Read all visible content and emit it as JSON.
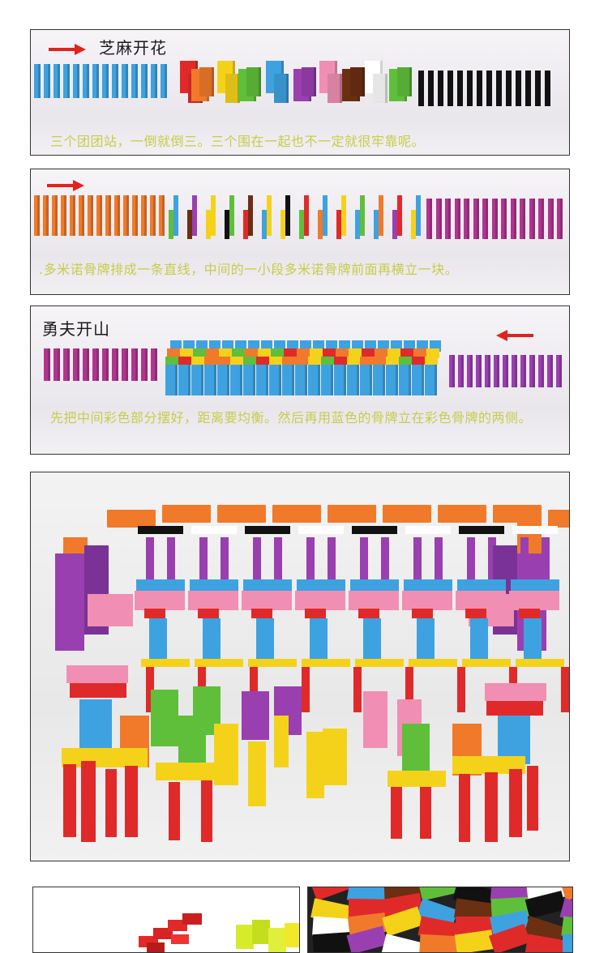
{
  "panels": [
    {
      "title": "芝麻开花",
      "caption": "三个团团站，一倒就倒三。三个围在一起也不一定就很牢靠呢。"
    },
    {
      "title": "",
      "caption": ".多米诺骨牌排成一条直线，中间的一小段多米诺骨牌前面再横立一块。"
    },
    {
      "title": "勇夫开山",
      "caption": "先把中间彩色部分摆好，距离要均衡。然后再用蓝色的骨牌立在彩色骨牌的两侧。"
    }
  ],
  "colors": {
    "red": "#e02a2a",
    "orange": "#f07a2a",
    "yellow": "#f5d21a",
    "green": "#5fbf3a",
    "blue": "#3ea2e0",
    "purple": "#9a3fb0",
    "pink": "#f08fb3",
    "brown": "#6b2f12",
    "black": "#111111",
    "white": "#ffffff",
    "magenta": "#b0358f",
    "arrow": "#e0231c"
  }
}
